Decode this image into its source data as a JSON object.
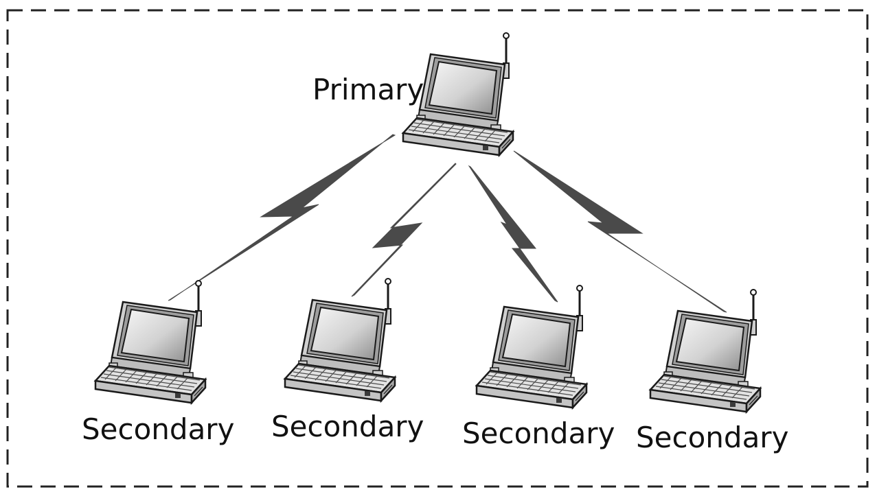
{
  "nodes": {
    "primary": {
      "label": "Primary"
    },
    "secondaries": [
      {
        "label": "Secondary"
      },
      {
        "label": "Secondary"
      },
      {
        "label": "Secondary"
      },
      {
        "label": "Secondary"
      }
    ]
  },
  "colors": {
    "border": "#222222",
    "link": "#4a4a4a",
    "device_outline": "#1a1a1a",
    "device_body": "#d9d9d9",
    "screen_light": "#f4f4f4",
    "screen_dark": "#9a9a9a"
  },
  "icons": {
    "device": "laptop-with-antenna-icon",
    "link": "lightning-bolt-wireless-link"
  }
}
